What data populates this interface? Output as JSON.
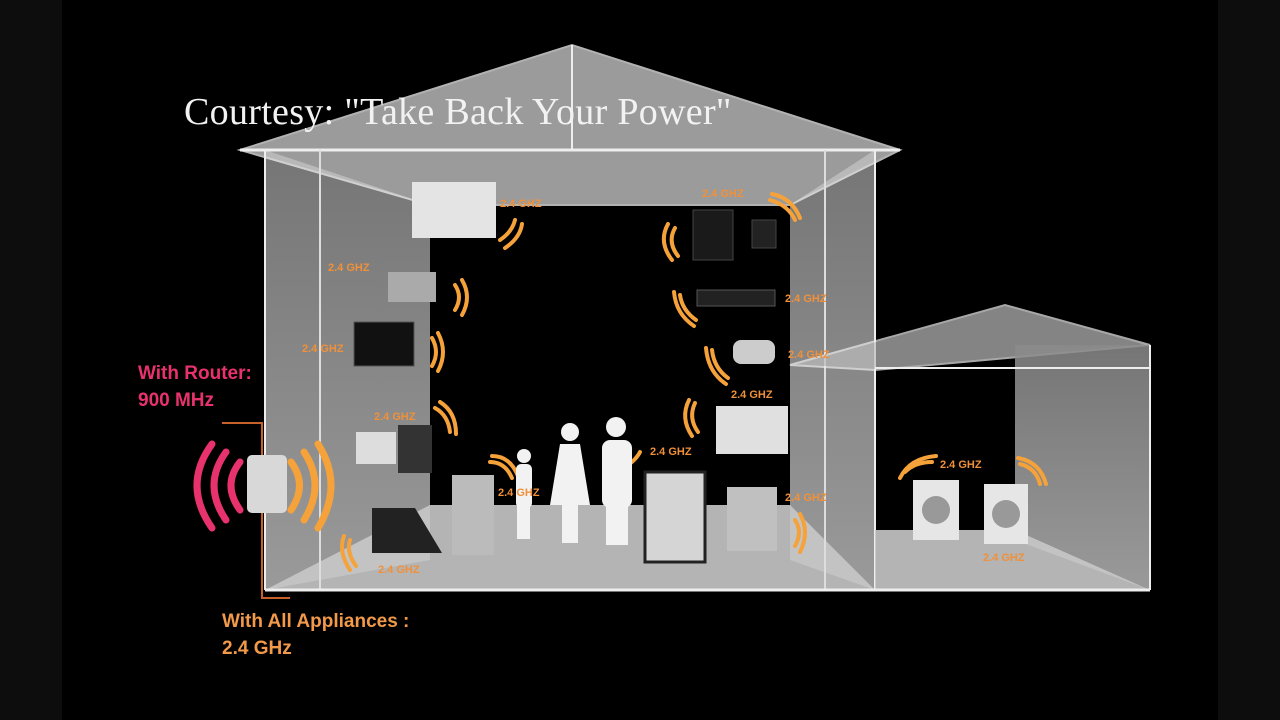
{
  "title": "Courtesy: \"Take Back Your Power\"",
  "router_label": {
    "line1": "With Router:",
    "line2": "900 MHz"
  },
  "appliances_label": {
    "line1": "With All Appliances :",
    "line2": "2.4 GHz"
  },
  "frequency_labels": [
    "2.4 GHZ",
    "2.4 GHZ",
    "2.4 GHZ",
    "2.4 GHZ",
    "2.4 GHZ",
    "2.4 GHZ",
    "2.4 GHZ",
    "2.4 GHZ",
    "2.4 GHZ",
    "2.4 GHZ",
    "2.4 GHZ",
    "2.4 GHZ",
    "2.4 GHZ",
    "2.4 GHZ"
  ],
  "colors": {
    "router": "#e8326e",
    "appliance": "#f0913a",
    "house": "#9a9a9a"
  }
}
